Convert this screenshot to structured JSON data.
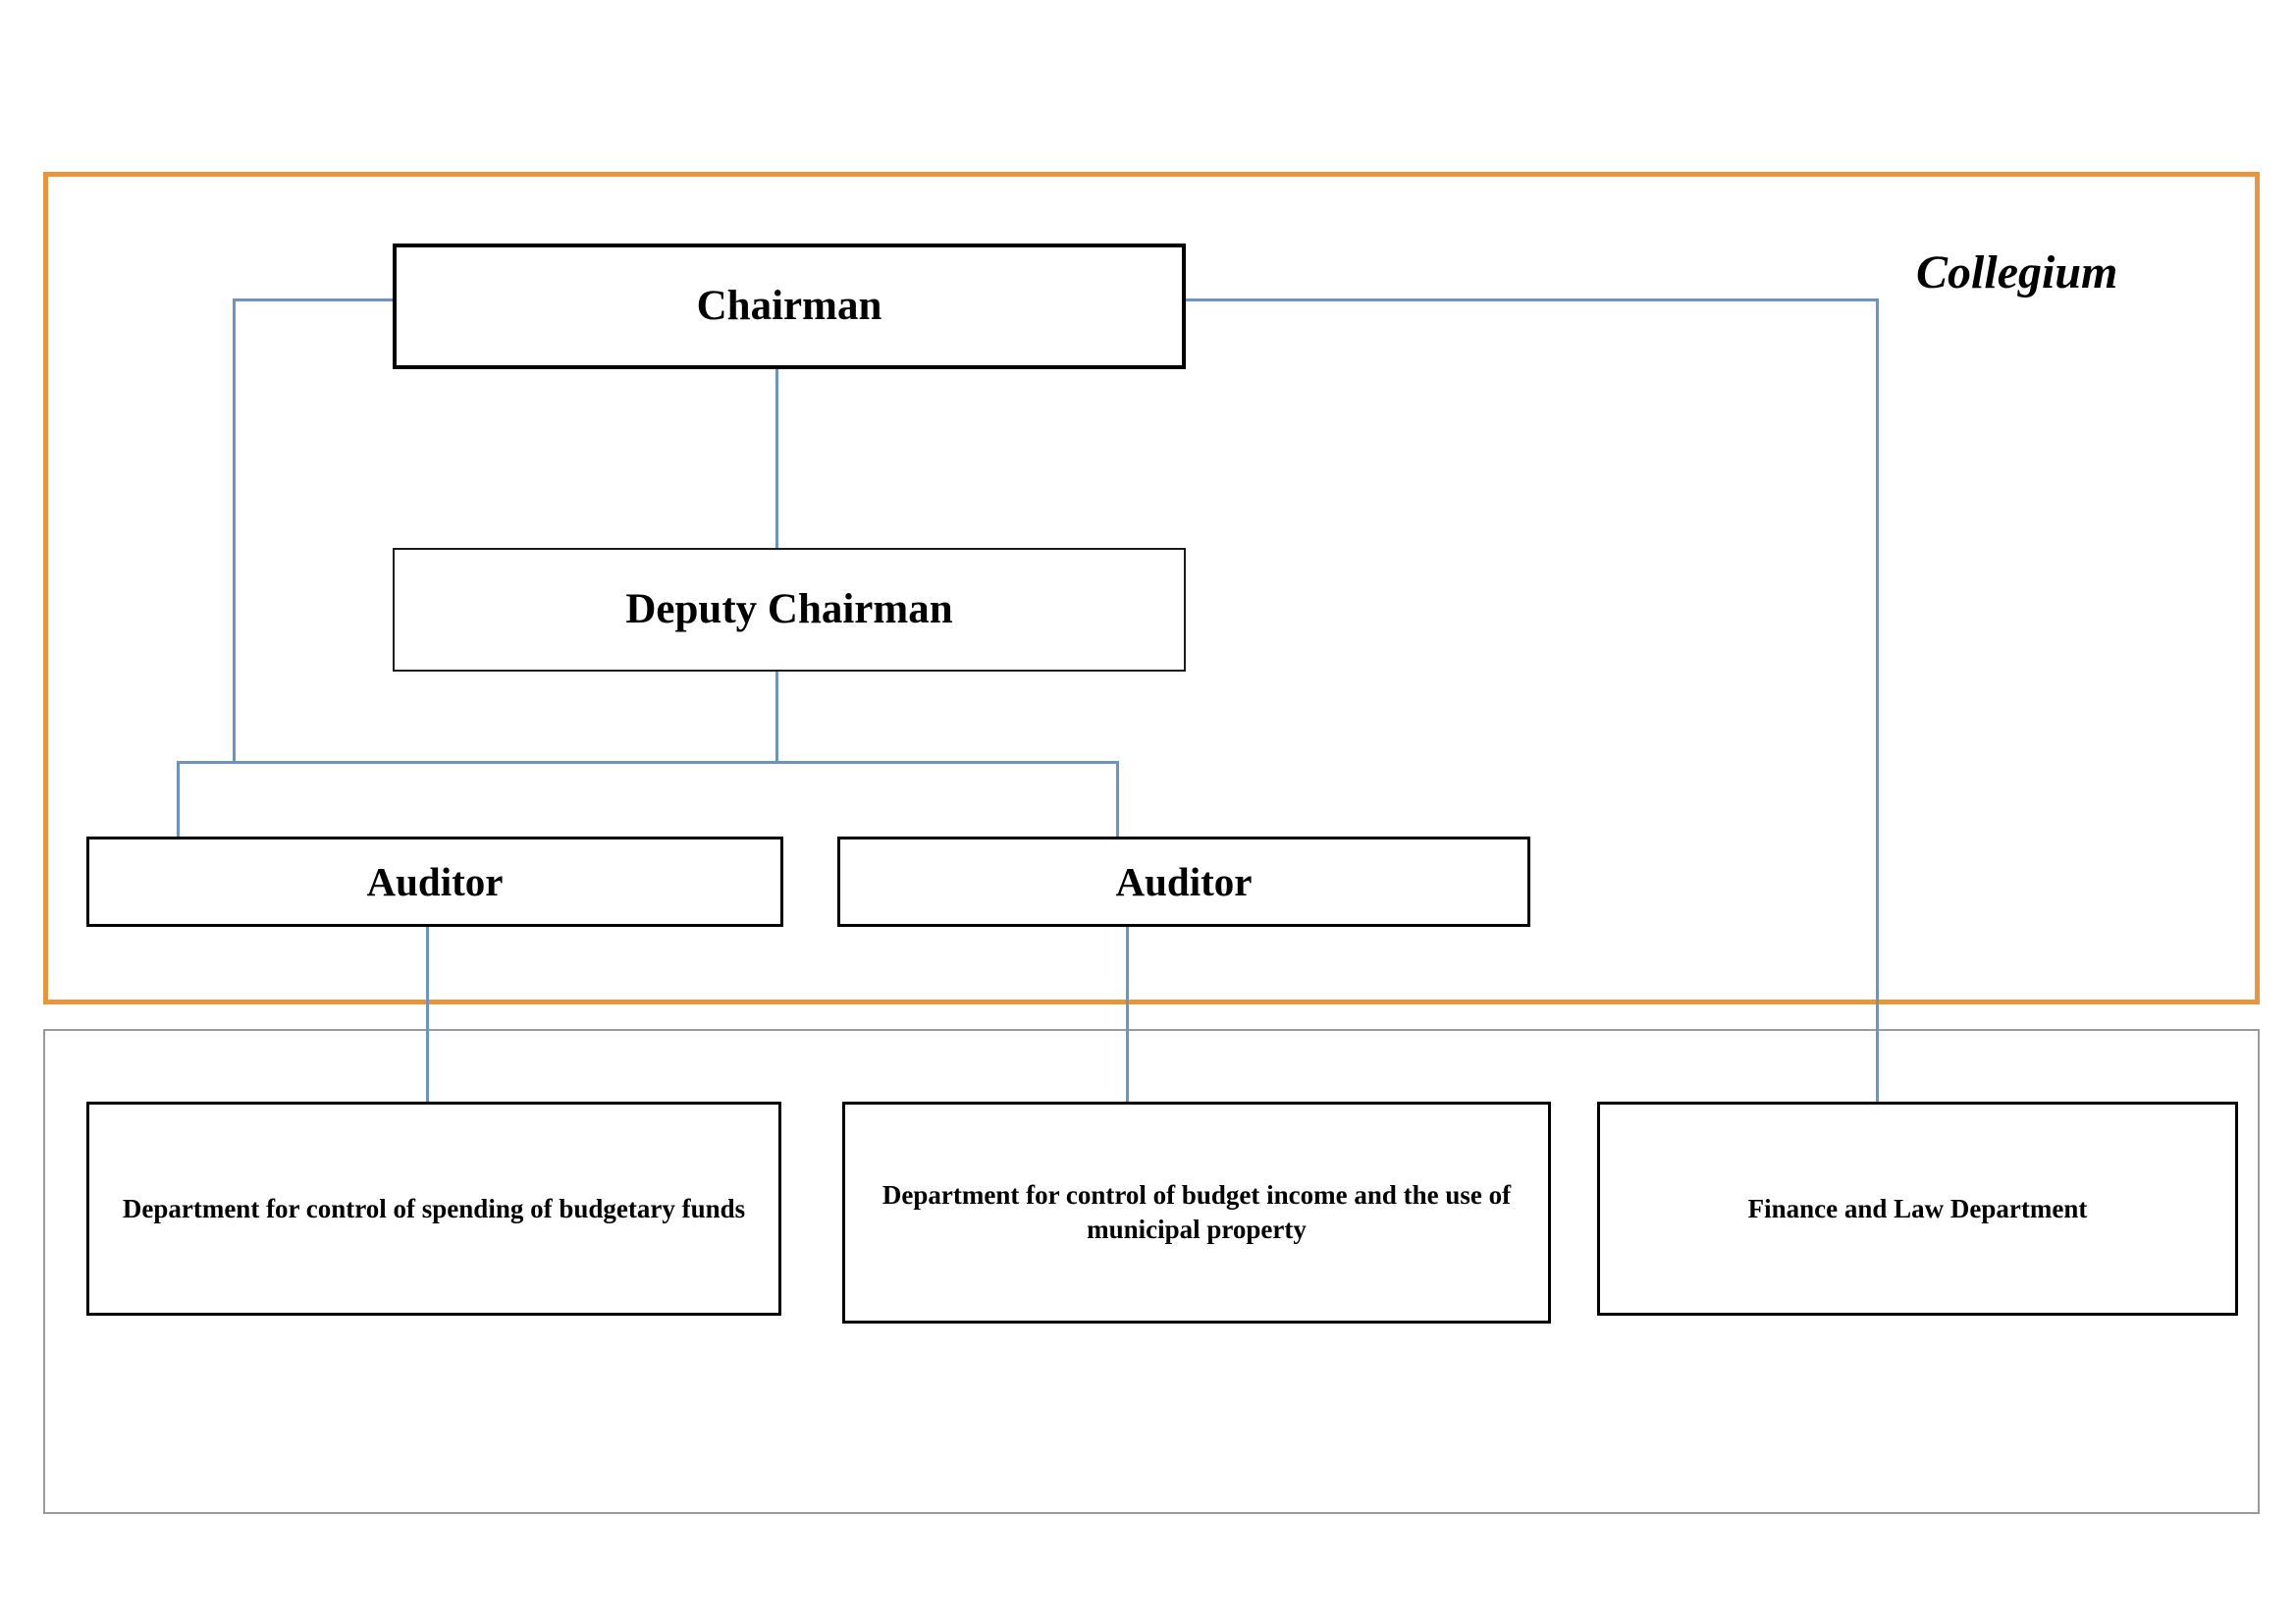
{
  "diagram": {
    "title_visible": false,
    "groups": [
      {
        "id": "collegium",
        "caption": "Collegium",
        "border_color": "#E8963C"
      },
      {
        "id": "departments",
        "caption": "",
        "border_color": "#9A9A9A"
      }
    ],
    "nodes": {
      "chairman": "Chairman",
      "deputy_chairman": "Deputy Chairman",
      "auditor_1": "Auditor",
      "auditor_2": "Auditor",
      "department_1": "Department for control of spending of budgetary funds",
      "department_2": "Department for control of budget income and the use of municipal property",
      "department_3": "Finance and Law Department"
    },
    "connector_color": "#6C94C2",
    "node_border_color": "#000000"
  }
}
